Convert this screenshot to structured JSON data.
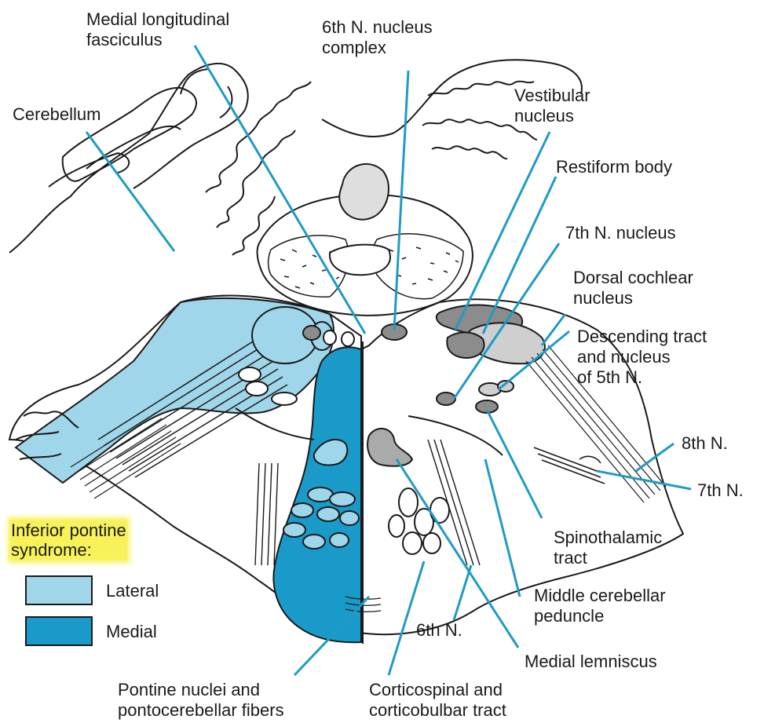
{
  "labels": {
    "mlf": "Medial longitudinal\nfasciculus",
    "sixth_complex": "6th N. nucleus\ncomplex",
    "cerebellum": "Cerebellum",
    "vestibular": "Vestibular\nnucleus",
    "restiform": "Restiform body",
    "seventh_nucleus": "7th N. nucleus",
    "dorsal_cochlear": "Dorsal cochlear\nnucleus",
    "descending": "Descending tract\nand nucleus\nof 5th N.",
    "eighth_n": "8th N.",
    "seventh_n": "7th N.",
    "spinothalamic": "Spinothalamic\ntract",
    "mcp": "Middle cerebellar\npeduncle",
    "medial_lemniscus": "Medial lemniscus",
    "sixth_n": "6th N.",
    "pontine_nuclei": "Pontine nuclei and\npontocerebellar fibers",
    "corticospinal": "Corticospinal and\ncorticobulbar tract"
  },
  "legend": {
    "title": "Inferior pontine\nsyndrome:",
    "lateral": "Lateral",
    "medial": "Medial"
  },
  "colors": {
    "lateral": "#9fd6ea",
    "medial": "#1a9ac9",
    "leader": "#1f9bc4",
    "highlight": "#f7f25a"
  }
}
